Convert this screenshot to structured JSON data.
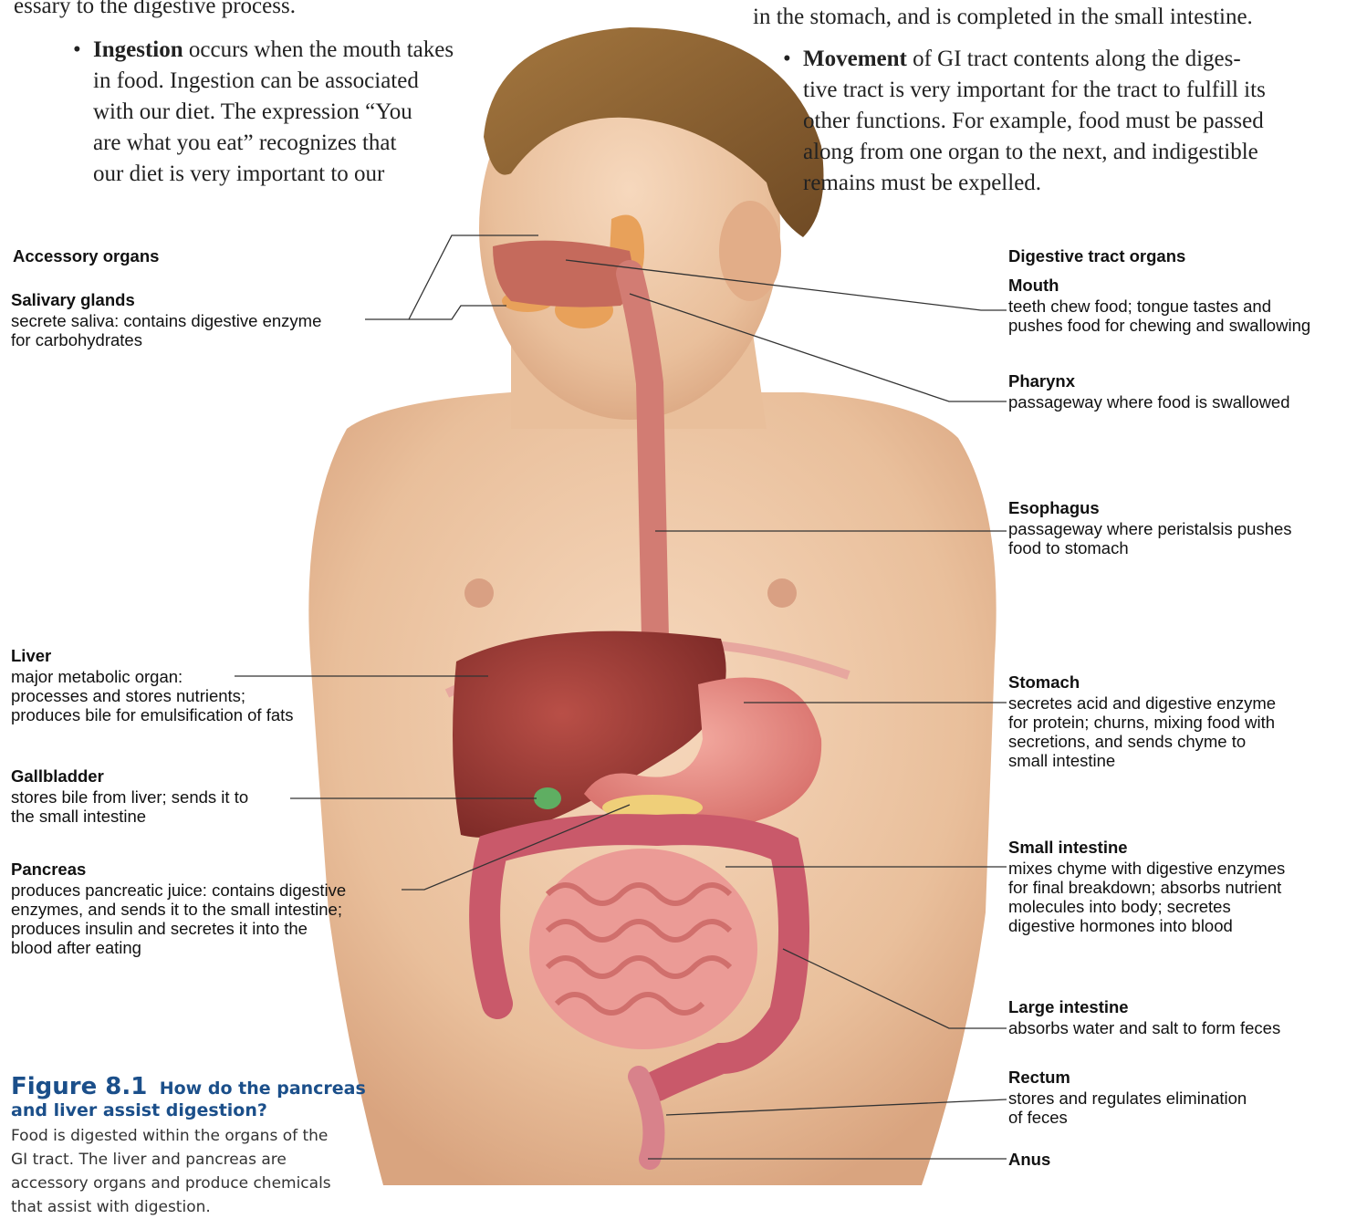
{
  "text_left": {
    "top_fragment": "essary to the digestive process.",
    "ingestion_term": "Ingestion",
    "ingestion_lines": [
      " occurs when the mouth takes",
      "in food. Ingestion can be associated",
      "with our diet. The expression “You",
      "are what you eat” recognizes that",
      "our diet is very important to our"
    ]
  },
  "text_right": {
    "top_fragment": "in the stomach, and is completed in the small intestine.",
    "movement_term": "Movement",
    "movement_lines": [
      " of GI tract contents along the diges-",
      "tive tract is very important for the tract to fulfill its",
      "other functions. For example, food must be passed",
      "along from one organ to the next, and indigestible",
      "remains must be expelled."
    ]
  },
  "accessory": {
    "heading": "Accessory organs",
    "salivary": {
      "title": "Salivary glands",
      "desc": [
        "secrete saliva: contains digestive enzyme",
        "for carbohydrates"
      ]
    },
    "liver": {
      "title": "Liver",
      "desc": [
        "major metabolic organ:",
        "processes and stores nutrients;",
        "produces bile for emulsification of fats"
      ]
    },
    "gallbladder": {
      "title": "Gallbladder",
      "desc": [
        "stores bile from liver; sends it to",
        "the small intestine"
      ]
    },
    "pancreas": {
      "title": "Pancreas",
      "desc": [
        "produces pancreatic juice: contains digestive",
        "enzymes, and sends it to the small intestine;",
        "produces insulin and secretes it into the",
        "blood after eating"
      ]
    }
  },
  "tract": {
    "heading": "Digestive tract organs",
    "mouth": {
      "title": "Mouth",
      "desc": [
        "teeth chew food; tongue tastes and",
        "pushes food for chewing and swallowing"
      ]
    },
    "pharynx": {
      "title": "Pharynx",
      "desc": [
        "passageway where food is swallowed"
      ]
    },
    "esophagus": {
      "title": "Esophagus",
      "desc": [
        "passageway where peristalsis pushes",
        "food to stomach"
      ]
    },
    "stomach": {
      "title": "Stomach",
      "desc": [
        "secretes acid and digestive enzyme",
        "for protein; churns, mixing food with",
        "secretions, and sends chyme to",
        "small intestine"
      ]
    },
    "small_intestine": {
      "title": "Small intestine",
      "desc": [
        "mixes chyme with digestive enzymes",
        "for final breakdown; absorbs nutrient",
        "molecules into body; secretes",
        "digestive hormones into blood"
      ]
    },
    "large_intestine": {
      "title": "Large intestine",
      "desc": [
        "absorbs water and salt to form feces"
      ]
    },
    "rectum": {
      "title": "Rectum",
      "desc": [
        "stores and regulates elimination",
        "of feces"
      ]
    },
    "anus": {
      "title": "Anus",
      "desc": []
    }
  },
  "figure": {
    "number": "Figure 8.1",
    "question_line1": "How do the pancreas",
    "question_line2": "and liver assist digestion?",
    "caption": [
      "Food is digested within the organs of the",
      "GI tract. The liver and pancreas are",
      "accessory organs and produce chemicals",
      "that assist with digestion."
    ]
  },
  "colors": {
    "figure_blue": "#1b4f8a",
    "skin": "#efc9a8",
    "hair": "#8b6132",
    "organ_red": "#b5473f",
    "intestine_pink": "#e28a86"
  }
}
